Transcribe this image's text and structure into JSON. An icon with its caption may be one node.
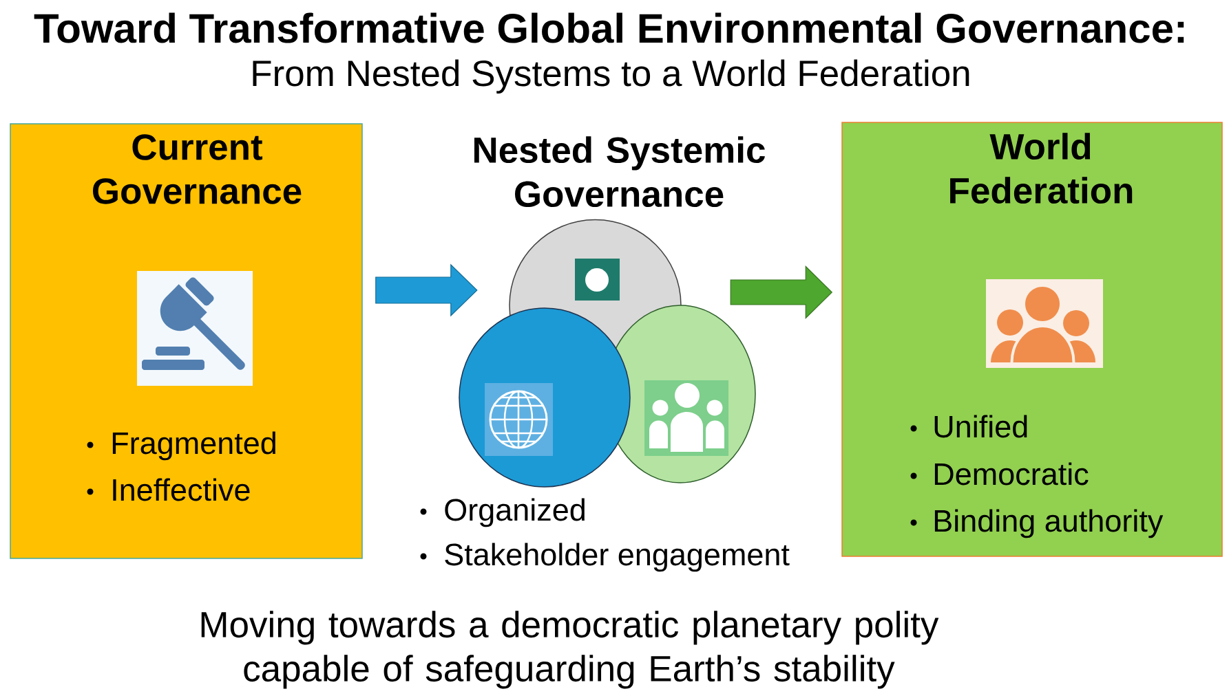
{
  "diagram": {
    "title": "Toward Transformative Global Environmental Governance:",
    "caption": "Moving towards a democratic planetary polity capable of safeguarding Earth’s stability",
    "nodes": [
      {
        "text": [
          "Current Governance",
          "Fragmented",
          "Ineffective"
        ]
      },
      {
        "text": [
          "Nested Systemic Governance",
          "Organized",
          "Stakeholder engagement"
        ]
      },
      {
        "text": [
          "World Federation",
          "Unified",
          "Democratic",
          "Binding authority"
        ]
      }
    ],
    "edges": [
      {
        "from": 0,
        "to": 1,
        "arrow": "to",
        "color": "#1e9bd7"
      },
      {
        "from": 1,
        "to": 2,
        "arrow": "to",
        "color": "#4ea72e"
      }
    ],
    "labels": [
      "From Nested Systems to a World Federation"
    ]
  }
}
